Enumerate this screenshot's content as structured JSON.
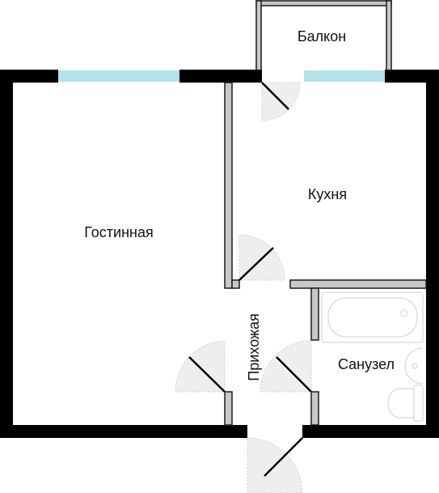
{
  "rooms": {
    "balcony": "Балкон",
    "living_room": "Гостинная",
    "kitchen": "Кухня",
    "hallway": "Прихожая",
    "bathroom": "Санузел"
  },
  "colors": {
    "outer_wall": "#000000",
    "inner_wall": "#c8c8c8",
    "inner_wall_stroke": "#1a1a1a",
    "window": "#b2e2ea",
    "door_arc": "#eeeeee",
    "door_leaf": "#000000",
    "fixture": "#dedede",
    "background": "#ffffff"
  }
}
